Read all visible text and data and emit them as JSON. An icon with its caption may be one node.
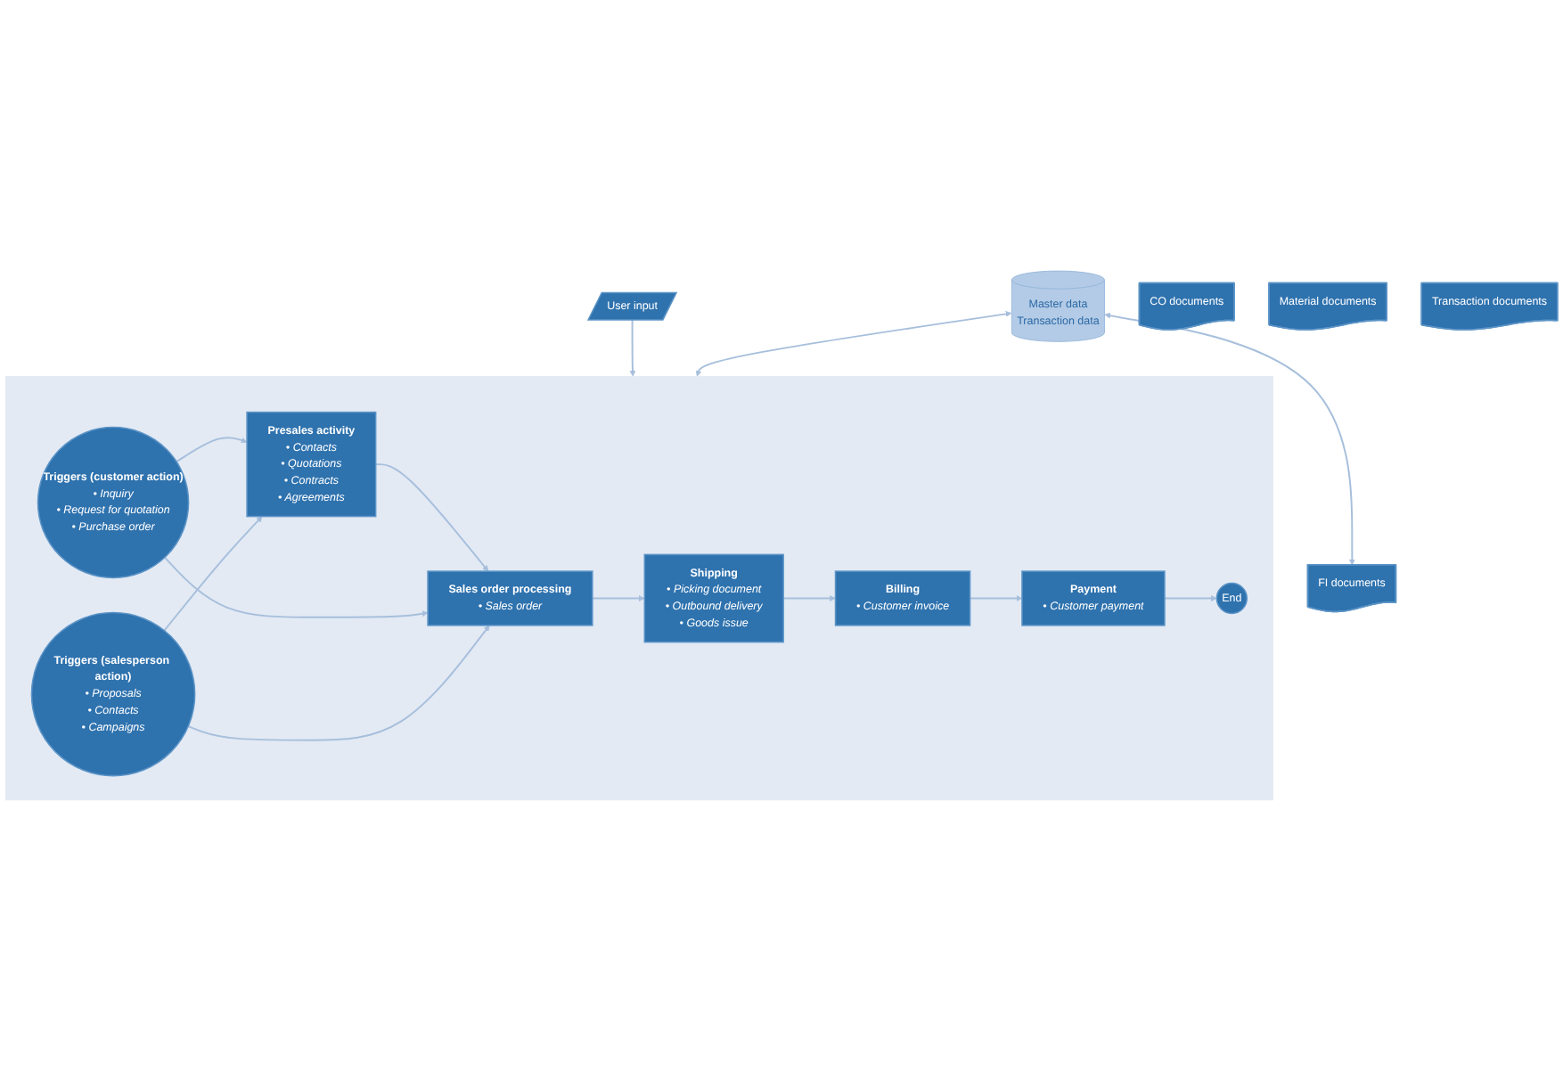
{
  "diagram": {
    "nodes": [
      {
        "text": [],
        "shape": "box"
      },
      {
        "text": [
          "Presales activity",
          "• Contacts",
          "• Quotations",
          "• Contracts",
          "• Agreements"
        ],
        "in": 0
      },
      {
        "text": [
          "Sales order processing",
          "• Sales order"
        ],
        "in": 0
      },
      {
        "text": [
          "Shipping",
          "• Picking document",
          "• Outbound delivery",
          "• Goods issue"
        ],
        "in": 0
      },
      {
        "text": [
          "Billing",
          "• Customer invoice"
        ],
        "in": 0
      },
      {
        "text": [
          "Payment",
          "• Customer payment"
        ],
        "in": 0
      },
      {
        "text": [
          "End"
        ],
        "in": 0
      },
      {
        "text": [
          "Triggers (customer action)",
          "• Inquiry",
          "• Request for quotation",
          "• Purchase order"
        ],
        "in": 0
      },
      {
        "text": [
          "Triggers (salesperson action)",
          "• Proposals",
          "• Contacts",
          "• Campaigns"
        ],
        "in": 0
      },
      {
        "text": [
          "User input"
        ]
      },
      {
        "text": [
          "Master data",
          "Transaction data"
        ]
      },
      {
        "text": [
          "FI documents"
        ]
      },
      {
        "text": [
          "CO documents"
        ]
      },
      {
        "text": [
          "Material documents"
        ]
      },
      {
        "text": [
          "Transaction documents"
        ]
      }
    ],
    "edges": [
      {
        "from": 1,
        "to": 2,
        "arrow": "to"
      },
      {
        "from": 2,
        "to": 3,
        "arrow": "to"
      },
      {
        "from": 3,
        "to": 4,
        "arrow": "to"
      },
      {
        "from": 4,
        "to": 5,
        "arrow": "to"
      },
      {
        "from": 5,
        "to": 6,
        "arrow": "to"
      },
      {
        "from": 7,
        "to": 1,
        "arrow": "to"
      },
      {
        "from": 7,
        "to": 2,
        "arrow": "to"
      },
      {
        "from": 8,
        "to": 1,
        "arrow": "to"
      },
      {
        "from": 8,
        "to": 2,
        "arrow": "to"
      },
      {
        "from": 9,
        "to": 0,
        "arrow": "to"
      },
      {
        "from": 10,
        "to": 0,
        "arrow": "both"
      },
      {
        "from": 10,
        "to": 11,
        "arrow": "both"
      }
    ]
  }
}
